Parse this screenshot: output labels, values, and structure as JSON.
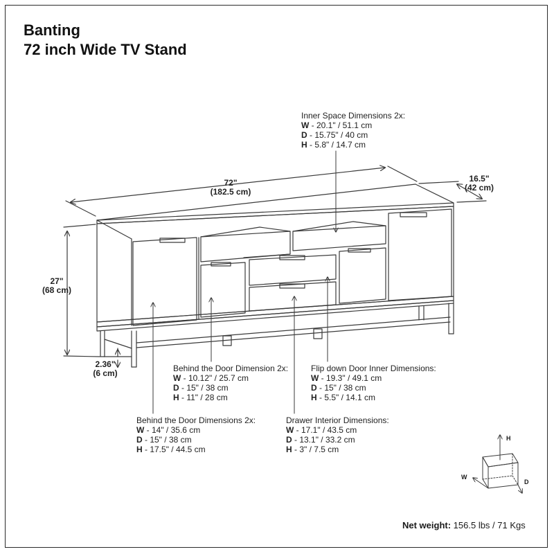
{
  "title": {
    "line1": "Banting",
    "line2": "72 inch Wide TV Stand"
  },
  "dimensions": {
    "width": {
      "imperial": "72\"",
      "metric": "(182.5 cm)"
    },
    "depth": {
      "imperial": "16.5\"",
      "metric": "(42 cm)"
    },
    "height": {
      "imperial": "27\"",
      "metric": "(68 cm)"
    },
    "clearance": {
      "imperial": "2.36\"",
      "metric": "(6 cm)"
    }
  },
  "callouts": {
    "inner_space": {
      "heading": "Inner Space Dimensions 2x:",
      "w_key": "W",
      "w_val": " - 20.1\" / 51.1 cm",
      "d_key": "D",
      "d_val": " - 15.75\" / 40 cm",
      "h_key": "H",
      "h_val": " - 5.8\" / 14.7 cm"
    },
    "behind_door_small": {
      "heading": "Behind the Door Dimension 2x:",
      "w_key": "W",
      "w_val": " - 10.12\" / 25.7 cm",
      "d_key": "D",
      "d_val": " - 15\" / 38 cm",
      "h_key": "H",
      "h_val": " - 11\" / 28 cm"
    },
    "flip_down": {
      "heading": "Flip down Door Inner Dimensions:",
      "w_key": "W",
      "w_val": " - 19.3\" / 49.1 cm",
      "d_key": "D",
      "d_val": " - 15\" / 38 cm",
      "h_key": "H",
      "h_val": " - 5.5\" / 14.1 cm"
    },
    "behind_door_large": {
      "heading": "Behind the Door Dimensions 2x:",
      "w_key": "W",
      "w_val": " - 14\" / 35.6 cm",
      "d_key": "D",
      "d_val": " - 15\" / 38 cm",
      "h_key": "H",
      "h_val": " - 17.5\" / 44.5 cm"
    },
    "drawer_interior": {
      "heading": "Drawer Interior Dimensions:",
      "w_key": "W",
      "w_val": " - 17.1\" / 43.5 cm",
      "d_key": "D",
      "d_val": " - 13.1\" / 33.2 cm",
      "h_key": "H",
      "h_val": " - 3\" / 7.5 cm"
    }
  },
  "axes": {
    "h": "H",
    "w": "W",
    "d": "D"
  },
  "net_weight": {
    "label": "Net weight:",
    "value": " 156.5 lbs / 71 Kgs"
  },
  "colors": {
    "line": "#3a3a3a",
    "text": "#1a1a1a"
  }
}
